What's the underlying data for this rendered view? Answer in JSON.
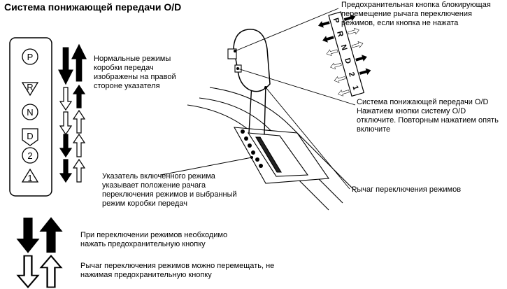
{
  "title": "Система понижающей передачи O/D",
  "gear_positions": [
    "P",
    "R",
    "N",
    "D",
    "2",
    "1"
  ],
  "labels": {
    "normal_modes": [
      "Нормальные режимы",
      "коробки передач",
      "изображены на правой",
      "стороне указателя"
    ],
    "safety_button": [
      "Предохранительная кнопка блокирующая",
      "перемещение рычага переключения",
      "режимов, если кнопка не нажата"
    ],
    "od_system": [
      "Система понижающей передачи O/D",
      "Нажатием кнопки систему O/D",
      "отключите. Повторным нажатием опять",
      "включите"
    ],
    "shift_lever": [
      "Рычаг переключения режимов"
    ],
    "indicator": [
      "Указатель включенного режима",
      "указывает положение рачага",
      "переключения режимов и выбранный",
      "режим коробки передач"
    ],
    "legend_filled": [
      "При переключении режимов необходимо",
      "нажать предохранительную кнопку"
    ],
    "legend_outline": [
      "Рычаг переключения режимов можно перемещать, не",
      "нажимая предохранительную кнопку"
    ]
  }
}
